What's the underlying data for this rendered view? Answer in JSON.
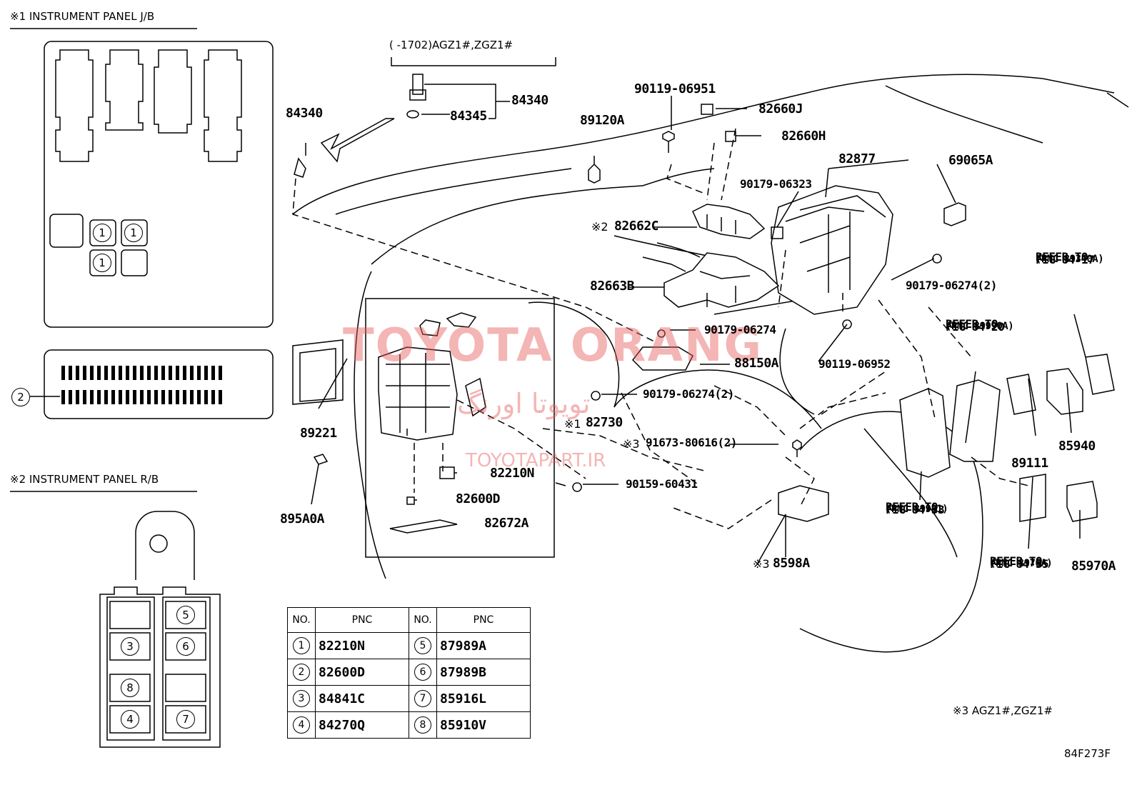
{
  "sections": {
    "jb_title": "※1 INSTRUMENT PANEL J/B",
    "rb_title": "※2 INSTRUMENT PANEL R/B",
    "note3": "※3 AGZ1#,ZGZ1#",
    "applicability": "(      -1702)AGZ1#,ZGZ1#",
    "figure_id": "84F273F"
  },
  "jb_circles": [
    "1",
    "1",
    "1"
  ],
  "jb_connector_marker": "2",
  "rb_circles": [
    "5",
    "3",
    "6",
    "8",
    "4",
    "7"
  ],
  "parts": {
    "p84340_top": "84340",
    "p84345": "84345",
    "p84340_left": "84340",
    "p90119_06951": "90119-06951",
    "p89120A": "89120A",
    "p82660J": "82660J",
    "p82660H": "82660H",
    "p82877": "82877",
    "p69065A": "69065A",
    "p90179_06323": "90179-06323",
    "p82662C": "82662C",
    "p82662C_mark": "※2",
    "p82663B": "82663B",
    "p90179_06274_2a": "90179-06274(2)",
    "p90179_06274": "90179-06274",
    "p88150A": "88150A",
    "p90119_06952": "90119-06952",
    "p90179_06274_2b": "90179-06274(2)",
    "p82730": "82730",
    "p82730_mark": "※1",
    "p91673_80616": "91673-80616(2)",
    "p91673_mark": "※3",
    "p82210N": "82210N",
    "p82600D": "82600D",
    "p90159_60431": "90159-60431",
    "p82672A": "82672A",
    "p8598A": "8598A",
    "p8598A_mark": "※3",
    "p89221": "89221",
    "p895A0A": "895A0A",
    "p89111": "89111",
    "p85940": "85940",
    "p85970A": "85970A"
  },
  "refers": {
    "r1": {
      "line1": "REFER TO",
      "line2": "FIG 84-17",
      "line3": "(PNC 89340A)"
    },
    "r2": {
      "line1": "REFER TO",
      "line2": "FIG 84-20",
      "line3": "(PNC 89990A)"
    },
    "r3": {
      "line1": "REFER TO",
      "line2": "FIG 84-33",
      "line3": "(PNC 89981)"
    },
    "r4": {
      "line1": "REFER TO",
      "line2": "FIG 84-35",
      "line3": "(PNC 8976A)"
    }
  },
  "watermark": {
    "main": "TOYOTA ORANG",
    "persian": "تویوتا اورنگ",
    "url": "TOYOTAPART.IR"
  },
  "pnc_table": {
    "headers": [
      "NO.",
      "PNC",
      "NO.",
      "PNC"
    ],
    "rows": [
      {
        "no1": "1",
        "pnc1": "82210N",
        "no2": "5",
        "pnc2": "87989A"
      },
      {
        "no1": "2",
        "pnc1": "82600D",
        "no2": "6",
        "pnc2": "87989B"
      },
      {
        "no1": "3",
        "pnc1": "84841C",
        "no2": "7",
        "pnc2": "85916L"
      },
      {
        "no1": "4",
        "pnc1": "84270Q",
        "no2": "8",
        "pnc2": "85910V"
      }
    ]
  }
}
